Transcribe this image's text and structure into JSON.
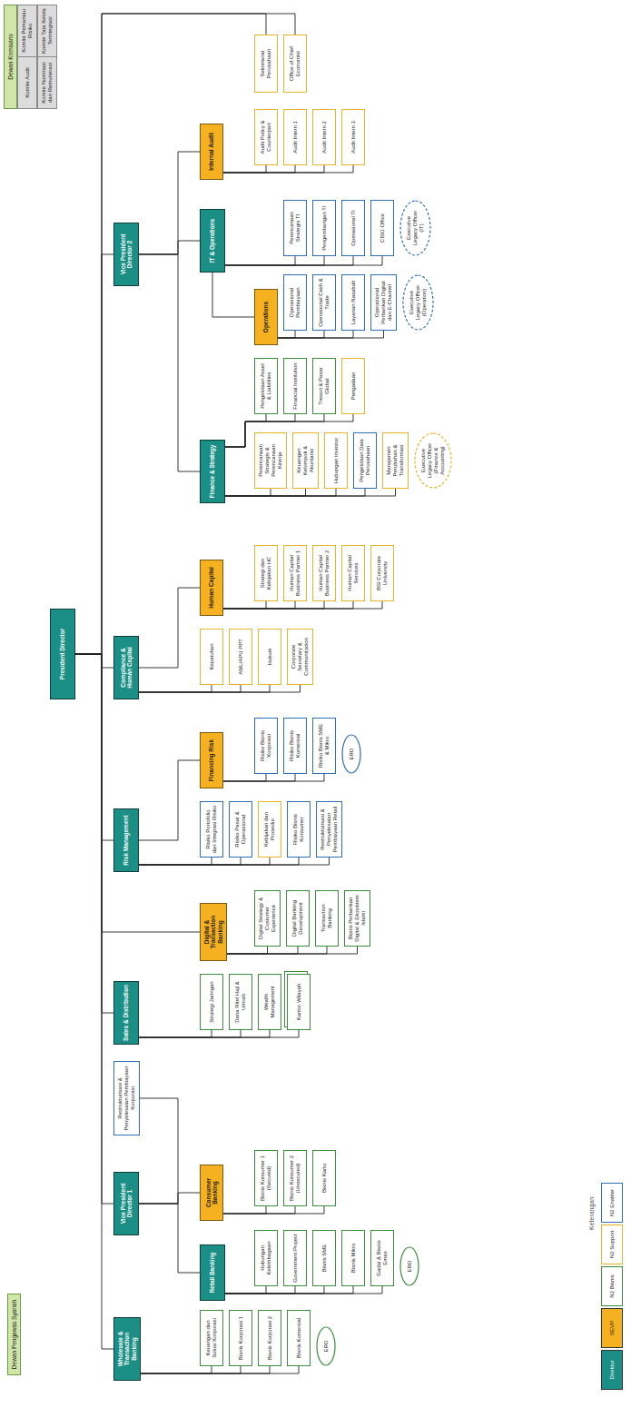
{
  "diagram": {
    "nodes": [
      {
        "text": [
          "Dewan Pengawas Syariah"
        ]
      },
      {
        "text": [
          "Dewan Komisaris"
        ]
      },
      {
        "text": [
          "Komite Audit"
        ]
      },
      {
        "text": [
          "Komite Pemantau Risiko"
        ]
      },
      {
        "text": [
          "Komite Nominasi dan Remunerasi"
        ]
      },
      {
        "text": [
          "Komite Tata Kelola Terintegrasi"
        ]
      },
      {
        "text": [
          "President Director"
        ]
      },
      {
        "text": [
          "Wholesale & Transaction Banking"
        ]
      },
      {
        "text": [
          "Keuangan dan Solusi Korporasi"
        ]
      },
      {
        "text": [
          "Bisnis Korporasi 1"
        ]
      },
      {
        "text": [
          "Bisnis Korporasi 2"
        ]
      },
      {
        "text": [
          "Bisnis Komersial"
        ]
      },
      {
        "text": [
          "ERO"
        ]
      },
      {
        "text": [
          "Vice President Director 1"
        ]
      },
      {
        "text": [
          "Retail Banking"
        ]
      },
      {
        "text": [
          "Hubungan Kelembagaan"
        ]
      },
      {
        "text": [
          "Government Project"
        ]
      },
      {
        "text": [
          "Bisnis SME"
        ]
      },
      {
        "text": [
          "Bisnis Mikro"
        ]
      },
      {
        "text": [
          "Gadai & Bisnis Emas"
        ]
      },
      {
        "text": [
          "ERO"
        ]
      },
      {
        "text": [
          "Consumer Banking"
        ]
      },
      {
        "text": [
          "Bisnis Konsumer 1 (Secured)"
        ]
      },
      {
        "text": [
          "Bisnis Konsumer 2 (Unsecured)"
        ]
      },
      {
        "text": [
          "Bisnis Kartu"
        ]
      },
      {
        "text": [
          "Restrukturisasi & Penyelesaian Pembiayaan Korporasi"
        ]
      },
      {
        "text": [
          "Sales & Distribution"
        ]
      },
      {
        "text": [
          "Strategi Jaringan"
        ]
      },
      {
        "text": [
          "Dana Ritel Haji & Umrah"
        ]
      },
      {
        "text": [
          "Wealth Management"
        ]
      },
      {
        "text": [
          "Kantor Wilayah"
        ]
      },
      {
        "text": [
          "Digital & Transaction Banking"
        ]
      },
      {
        "text": [
          "Digital Strategy & Customer Experience"
        ]
      },
      {
        "text": [
          "Digital Banking Development"
        ]
      },
      {
        "text": [
          "Transaction Banking"
        ]
      },
      {
        "text": [
          "Bisnis Perbankan Digital & Ekosistem Islami"
        ]
      },
      {
        "text": [
          "Risk Management"
        ]
      },
      {
        "text": [
          "Risiko Portofolio dan Integrasi Risiko"
        ]
      },
      {
        "text": [
          "Risiko Pasar & Operasional"
        ]
      },
      {
        "text": [
          "Kebijakan dan Prosedur"
        ]
      },
      {
        "text": [
          "Risiko Bisnis Konsumer"
        ]
      },
      {
        "text": [
          "Restrukturisasi & Penyelesaian Pembiayaan Retail"
        ]
      },
      {
        "text": [
          "Financing Risk"
        ]
      },
      {
        "text": [
          "Risiko Bisnis Korporasi"
        ]
      },
      {
        "text": [
          "Risiko Bisnis Komersial"
        ]
      },
      {
        "text": [
          "Risiko Bisnis SME & Mikro"
        ]
      },
      {
        "text": [
          "ERO"
        ]
      },
      {
        "text": [
          "Compliance & Human Capital"
        ]
      },
      {
        "text": [
          "Kepatuhan"
        ]
      },
      {
        "text": [
          "AML/APU PPT"
        ]
      },
      {
        "text": [
          "Hukum"
        ]
      },
      {
        "text": [
          "Corporate Secretary & Communication"
        ]
      },
      {
        "text": [
          "Human Capital"
        ]
      },
      {
        "text": [
          "Strategi dan Kebijakan HC"
        ]
      },
      {
        "text": [
          "Human Capital Business Partner 1"
        ]
      },
      {
        "text": [
          "Human Capital Business Partner 2"
        ]
      },
      {
        "text": [
          "Human Capital Services"
        ]
      },
      {
        "text": [
          "BSI Corporate University"
        ]
      },
      {
        "text": [
          "Vice President Director 2"
        ]
      },
      {
        "text": [
          "Finance & Strategy"
        ]
      },
      {
        "text": [
          "Perencanaan Strategis & Perencanaan Kinerja"
        ]
      },
      {
        "text": [
          "Keuangan Kelompok & Akuntansi"
        ]
      },
      {
        "text": [
          "Hubungan Investor"
        ]
      },
      {
        "text": [
          "Pengelolaan Data Perusahaan"
        ]
      },
      {
        "text": [
          "Manajemen Perubahan & Transformasi"
        ]
      },
      {
        "text": [
          "Executive Legacy Officer (Finance & Accounting)"
        ]
      },
      {
        "text": [
          "Pengelolaan Asset & Liabilities"
        ]
      },
      {
        "text": [
          "Financial Institution"
        ]
      },
      {
        "text": [
          "Tresuri & Pasar Global"
        ]
      },
      {
        "text": [
          "Pengadaan"
        ]
      },
      {
        "text": [
          "IT & Operations"
        ]
      },
      {
        "text": [
          "Operations"
        ]
      },
      {
        "text": [
          "Operasional Pembiayaan"
        ]
      },
      {
        "text": [
          "Operasional Cash & Trade"
        ]
      },
      {
        "text": [
          "Layanan Nasabah"
        ]
      },
      {
        "text": [
          "Operasional Perbankan Digital dan E-Channel"
        ]
      },
      {
        "text": [
          "Executive Legacy Officer (Operation)"
        ]
      },
      {
        "text": [
          "Perencanaan Strategis TI"
        ]
      },
      {
        "text": [
          "Pengembangan TI"
        ]
      },
      {
        "text": [
          "Operasional TI"
        ]
      },
      {
        "text": [
          "CISO Office"
        ]
      },
      {
        "text": [
          "Executive Legacy Officer (IT)"
        ]
      },
      {
        "text": [
          "Internal Audit"
        ]
      },
      {
        "text": [
          "Audit Policy & Counterpart"
        ]
      },
      {
        "text": [
          "Audit Intern 1"
        ]
      },
      {
        "text": [
          "Audit Intern 2"
        ]
      },
      {
        "text": [
          "Audit Intern 3"
        ]
      },
      {
        "text": [
          "Sekretariat Perusahaan"
        ]
      },
      {
        "text": [
          "Office of Chief Economist"
        ]
      }
    ],
    "edges": [
      {
        "from": 6,
        "to": 7,
        "arrow": "none"
      },
      {
        "from": 6,
        "to": 13,
        "arrow": "none"
      },
      {
        "from": 6,
        "to": 26,
        "arrow": "none"
      },
      {
        "from": 6,
        "to": 31,
        "arrow": "none"
      },
      {
        "from": 6,
        "to": 36,
        "arrow": "none"
      },
      {
        "from": 6,
        "to": 47,
        "arrow": "none"
      },
      {
        "from": 6,
        "to": 58,
        "arrow": "none"
      },
      {
        "from": 6,
        "to": 87,
        "arrow": "none"
      },
      {
        "from": 6,
        "to": 88,
        "arrow": "none"
      },
      {
        "from": 7,
        "to": 8,
        "arrow": "none"
      },
      {
        "from": 7,
        "to": 9,
        "arrow": "none"
      },
      {
        "from": 7,
        "to": 10,
        "arrow": "none"
      },
      {
        "from": 7,
        "to": 11,
        "arrow": "none"
      },
      {
        "from": 13,
        "to": 14,
        "arrow": "none"
      },
      {
        "from": 13,
        "to": 21,
        "arrow": "none"
      },
      {
        "from": 13,
        "to": 25,
        "arrow": "none"
      },
      {
        "from": 14,
        "to": 15,
        "arrow": "none"
      },
      {
        "from": 14,
        "to": 16,
        "arrow": "none"
      },
      {
        "from": 14,
        "to": 17,
        "arrow": "none"
      },
      {
        "from": 14,
        "to": 18,
        "arrow": "none"
      },
      {
        "from": 14,
        "to": 19,
        "arrow": "none"
      },
      {
        "from": 21,
        "to": 22,
        "arrow": "none"
      },
      {
        "from": 21,
        "to": 23,
        "arrow": "none"
      },
      {
        "from": 21,
        "to": 24,
        "arrow": "none"
      },
      {
        "from": 26,
        "to": 27,
        "arrow": "none"
      },
      {
        "from": 26,
        "to": 28,
        "arrow": "none"
      },
      {
        "from": 26,
        "to": 29,
        "arrow": "none"
      },
      {
        "from": 26,
        "to": 30,
        "arrow": "none"
      },
      {
        "from": 31,
        "to": 32,
        "arrow": "none"
      },
      {
        "from": 31,
        "to": 33,
        "arrow": "none"
      },
      {
        "from": 31,
        "to": 34,
        "arrow": "none"
      },
      {
        "from": 31,
        "to": 35,
        "arrow": "none"
      },
      {
        "from": 36,
        "to": 37,
        "arrow": "none"
      },
      {
        "from": 36,
        "to": 38,
        "arrow": "none"
      },
      {
        "from": 36,
        "to": 39,
        "arrow": "none"
      },
      {
        "from": 36,
        "to": 40,
        "arrow": "none"
      },
      {
        "from": 36,
        "to": 41,
        "arrow": "none"
      },
      {
        "from": 36,
        "to": 42,
        "arrow": "none"
      },
      {
        "from": 42,
        "to": 43,
        "arrow": "none"
      },
      {
        "from": 42,
        "to": 44,
        "arrow": "none"
      },
      {
        "from": 42,
        "to": 45,
        "arrow": "none"
      },
      {
        "from": 47,
        "to": 48,
        "arrow": "none"
      },
      {
        "from": 47,
        "to": 49,
        "arrow": "none"
      },
      {
        "from": 47,
        "to": 50,
        "arrow": "none"
      },
      {
        "from": 47,
        "to": 51,
        "arrow": "none"
      },
      {
        "from": 47,
        "to": 52,
        "arrow": "none"
      },
      {
        "from": 52,
        "to": 53,
        "arrow": "none"
      },
      {
        "from": 52,
        "to": 54,
        "arrow": "none"
      },
      {
        "from": 52,
        "to": 55,
        "arrow": "none"
      },
      {
        "from": 52,
        "to": 56,
        "arrow": "none"
      },
      {
        "from": 52,
        "to": 57,
        "arrow": "none"
      },
      {
        "from": 58,
        "to": 59,
        "arrow": "none"
      },
      {
        "from": 58,
        "to": 70,
        "arrow": "none"
      },
      {
        "from": 58,
        "to": 82,
        "arrow": "none"
      },
      {
        "from": 59,
        "to": 60,
        "arrow": "none"
      },
      {
        "from": 59,
        "to": 61,
        "arrow": "none"
      },
      {
        "from": 59,
        "to": 62,
        "arrow": "none"
      },
      {
        "from": 59,
        "to": 63,
        "arrow": "none"
      },
      {
        "from": 59,
        "to": 64,
        "arrow": "none"
      },
      {
        "from": 59,
        "to": 66,
        "arrow": "none"
      },
      {
        "from": 59,
        "to": 67,
        "arrow": "none"
      },
      {
        "from": 59,
        "to": 68,
        "arrow": "none"
      },
      {
        "from": 59,
        "to": 69,
        "arrow": "none"
      },
      {
        "from": 70,
        "to": 71,
        "arrow": "none"
      },
      {
        "from": 70,
        "to": 77,
        "arrow": "none"
      },
      {
        "from": 70,
        "to": 78,
        "arrow": "none"
      },
      {
        "from": 70,
        "to": 79,
        "arrow": "none"
      },
      {
        "from": 70,
        "to": 80,
        "arrow": "none"
      },
      {
        "from": 71,
        "to": 72,
        "arrow": "none"
      },
      {
        "from": 71,
        "to": 73,
        "arrow": "none"
      },
      {
        "from": 71,
        "to": 74,
        "arrow": "none"
      },
      {
        "from": 71,
        "to": 75,
        "arrow": "none"
      },
      {
        "from": 82,
        "to": 83,
        "arrow": "none"
      },
      {
        "from": 82,
        "to": 84,
        "arrow": "none"
      },
      {
        "from": 82,
        "to": 85,
        "arrow": "none"
      },
      {
        "from": 82,
        "to": 86,
        "arrow": "none"
      }
    ],
    "labels": [
      "Keterangan:"
    ],
    "legend": [
      {
        "text": "Direktur",
        "color": "#1b8f86"
      },
      {
        "text": "SEVP",
        "color": "#f5b120"
      },
      {
        "text": "N2 Bisnis",
        "color": "#3c8d3c"
      },
      {
        "text": "N2 Support",
        "color": "#e8b42a"
      },
      {
        "text": "N2 Enabler",
        "color": "#2f6fb5"
      }
    ]
  }
}
